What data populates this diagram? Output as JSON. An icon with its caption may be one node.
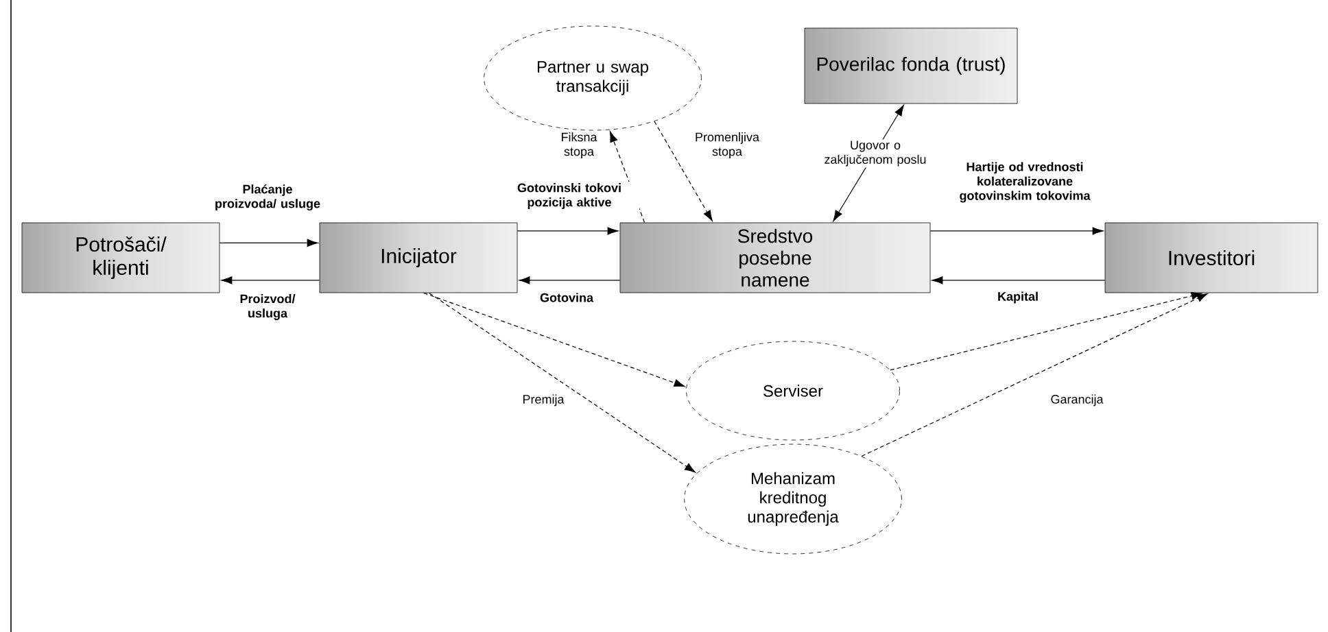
{
  "diagram": {
    "nodes": [
      {
        "text": [
          "Partner u swap transakciji"
        ]
      },
      {
        "text": [
          "Poverilac fonda (trust)"
        ]
      },
      {
        "text": [
          "Potrošači/ klijenti"
        ]
      },
      {
        "text": [
          "Inicijator"
        ]
      },
      {
        "text": [
          "Sredstvo posebne namene"
        ]
      },
      {
        "text": [
          "Investitori"
        ]
      },
      {
        "text": [
          "Serviser"
        ]
      },
      {
        "text": [
          "Mehanizam kreditnog unapređenja"
        ]
      }
    ],
    "edges": [
      {
        "from": 2,
        "to": 3,
        "arrow": "to",
        "label": "Plaćanje proizvoda/ usluge"
      },
      {
        "from": 3,
        "to": 2,
        "arrow": "to",
        "label": "Proizvod/ usluga"
      },
      {
        "from": 3,
        "to": 4,
        "arrow": "to",
        "label": "Gotovinski tokovi pozicija aktive"
      },
      {
        "from": 4,
        "to": 3,
        "arrow": "to",
        "label": "Gotovina"
      },
      {
        "from": 4,
        "to": 5,
        "arrow": "to",
        "label": "Hartije od vrednosti kolateralizovane gotovinskim tokovima"
      },
      {
        "from": 5,
        "to": 4,
        "arrow": "to",
        "label": "Kapital"
      },
      {
        "from": 4,
        "to": 0,
        "arrow": "to",
        "label": "Fiksna stopa",
        "style": "dashed"
      },
      {
        "from": 0,
        "to": 4,
        "arrow": "to",
        "label": "Promenljiva stopa",
        "style": "dashed"
      },
      {
        "from": 4,
        "to": 1,
        "arrow": "both",
        "label": "Ugovor o zaključenom poslu"
      },
      {
        "from": 3,
        "to": 6,
        "arrow": "to",
        "style": "dashed"
      },
      {
        "from": 3,
        "to": 7,
        "arrow": "to",
        "label": "Premija",
        "style": "dashed"
      },
      {
        "from": 6,
        "to": 5,
        "arrow": "to",
        "style": "dashed"
      },
      {
        "from": 7,
        "to": 5,
        "arrow": "to",
        "label": "Garancija",
        "style": "dashed"
      }
    ]
  }
}
